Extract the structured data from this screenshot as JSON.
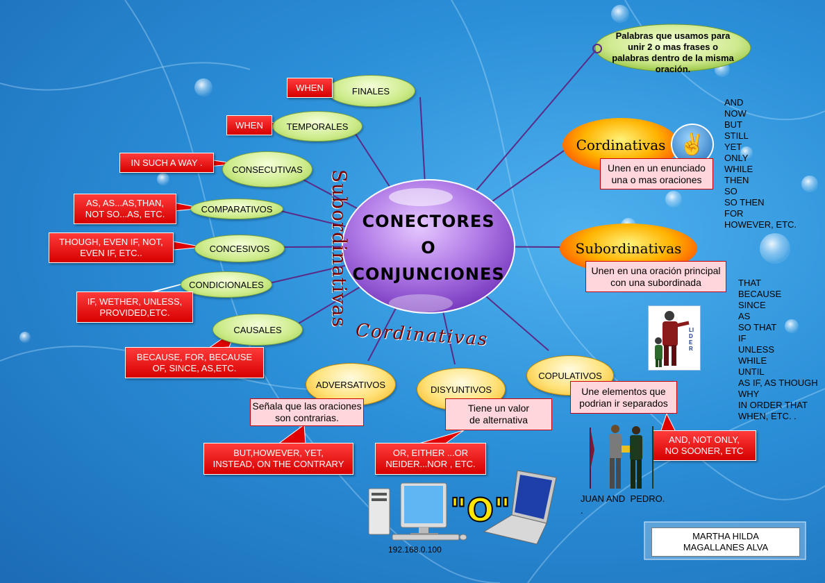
{
  "center": {
    "line1": "CONECTORES",
    "line2": "O",
    "line3": "CONJUNCIONES"
  },
  "definition": "Palabras que usamos para unir 2 o mas frases o palabras dentro de la misma oración.",
  "vertical_label": "Subordinativas",
  "curved_label": "Cordinativas",
  "cordinativas": {
    "title": "Cordinativas",
    "note": "Unen en un enunciado\nuna o mas oraciones",
    "words": [
      "AND",
      "NOW",
      "BUT",
      "STILL",
      "YET",
      "ONLY",
      "WHILE",
      "THEN",
      "SO",
      "SO THEN",
      "FOR",
      "HOWEVER, ETC."
    ]
  },
  "subordinativas": {
    "title": "Subordinativas",
    "note": "Unen en una oración principal\ncon una subordinada",
    "words": [
      "THAT",
      "BECAUSE",
      "SINCE",
      "AS",
      "SO THAT",
      "IF",
      "UNLESS",
      "WHILE",
      "UNTIL",
      "AS IF, AS THOUGH",
      "WHY",
      "IN ORDER THAT",
      "WHEN, ETC. ."
    ]
  },
  "left_nodes": [
    {
      "label": "FINALES",
      "example": "WHEN"
    },
    {
      "label": "TEMPORALES",
      "example": "WHEN"
    },
    {
      "label": "CONSECUTIVAS",
      "example": "IN SUCH A WAY ."
    },
    {
      "label": "COMPARATIVOS",
      "example": "AS, AS...AS,THAN,\nNOT SO...AS, ETC."
    },
    {
      "label": "CONCESIVOS",
      "example": "THOUGH, EVEN IF, NOT,\nEVEN IF, ETC.."
    },
    {
      "label": "CONDICIONALES",
      "example": "IF, WETHER, UNLESS,\nPROVIDED,ETC."
    },
    {
      "label": "CAUSALES",
      "example": "BECAUSE, FOR, BECAUSE\nOF, SINCE, AS,ETC."
    }
  ],
  "bottom_nodes": [
    {
      "label": "ADVERSATIVOS",
      "note": "Señala que las oraciones\nson contrarias.",
      "example": "BUT,HOWEVER, YET,\nINSTEAD, ON THE CONTRARY"
    },
    {
      "label": "DISYUNTIVOS",
      "note": "Tiene un valor\nde alternativa",
      "example": "OR, EITHER ...OR\nNEIDER...NOR , ETC."
    },
    {
      "label": "COPULATIVOS",
      "note": "Une elementos que\npodrian ir separados",
      "example": "AND, NOT ONLY,\nNO SOONER, ETC"
    }
  ],
  "ip_label": "192.168.0.100",
  "o_label": "\"O\"",
  "juan_pedro": "JUAN AND  PEDRO.",
  "dot": ".",
  "lider_letters": "LIDER",
  "author": "MARTHA HILDA\nMAGALLANES ALVA",
  "colors": {
    "line": "#5b2a86",
    "red": "#e00000",
    "center": "#a060d8"
  }
}
